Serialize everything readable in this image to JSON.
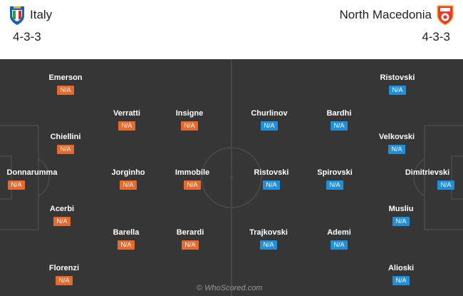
{
  "home": {
    "team": "Italy",
    "formation": "4-3-3",
    "players": [
      {
        "name": "Emerson",
        "rating": "N/A"
      },
      {
        "name": "Verratti",
        "rating": "N/A"
      },
      {
        "name": "Insigne",
        "rating": "N/A"
      },
      {
        "name": "Chiellini",
        "rating": "N/A"
      },
      {
        "name": "Donnarumma",
        "rating": "N/A"
      },
      {
        "name": "Jorginho",
        "rating": "N/A"
      },
      {
        "name": "Immobile",
        "rating": "N/A"
      },
      {
        "name": "Acerbi",
        "rating": "N/A"
      },
      {
        "name": "Barella",
        "rating": "N/A"
      },
      {
        "name": "Berardi",
        "rating": "N/A"
      },
      {
        "name": "Florenzi",
        "rating": "N/A"
      }
    ]
  },
  "away": {
    "team": "North Macedonia",
    "formation": "4-3-3",
    "players": [
      {
        "name": "Ristovski",
        "rating": "N/A"
      },
      {
        "name": "Churlinov",
        "rating": "N/A"
      },
      {
        "name": "Bardhi",
        "rating": "N/A"
      },
      {
        "name": "Velkovski",
        "rating": "N/A"
      },
      {
        "name": "Ristovski",
        "rating": "N/A"
      },
      {
        "name": "Spirovski",
        "rating": "N/A"
      },
      {
        "name": "Dimitrievski",
        "rating": "N/A"
      },
      {
        "name": "Musliu",
        "rating": "N/A"
      },
      {
        "name": "Trajkovski",
        "rating": "N/A"
      },
      {
        "name": "Ademi",
        "rating": "N/A"
      },
      {
        "name": "Alioski",
        "rating": "N/A"
      }
    ]
  },
  "watermark": "© WhoScored.com",
  "colors": {
    "home_rating": "#e8692c",
    "away_rating": "#1f8fdc",
    "pitch": "#363636"
  },
  "icons": {
    "home_crest": "italy-crest-icon",
    "away_crest": "north-macedonia-crest-icon"
  }
}
